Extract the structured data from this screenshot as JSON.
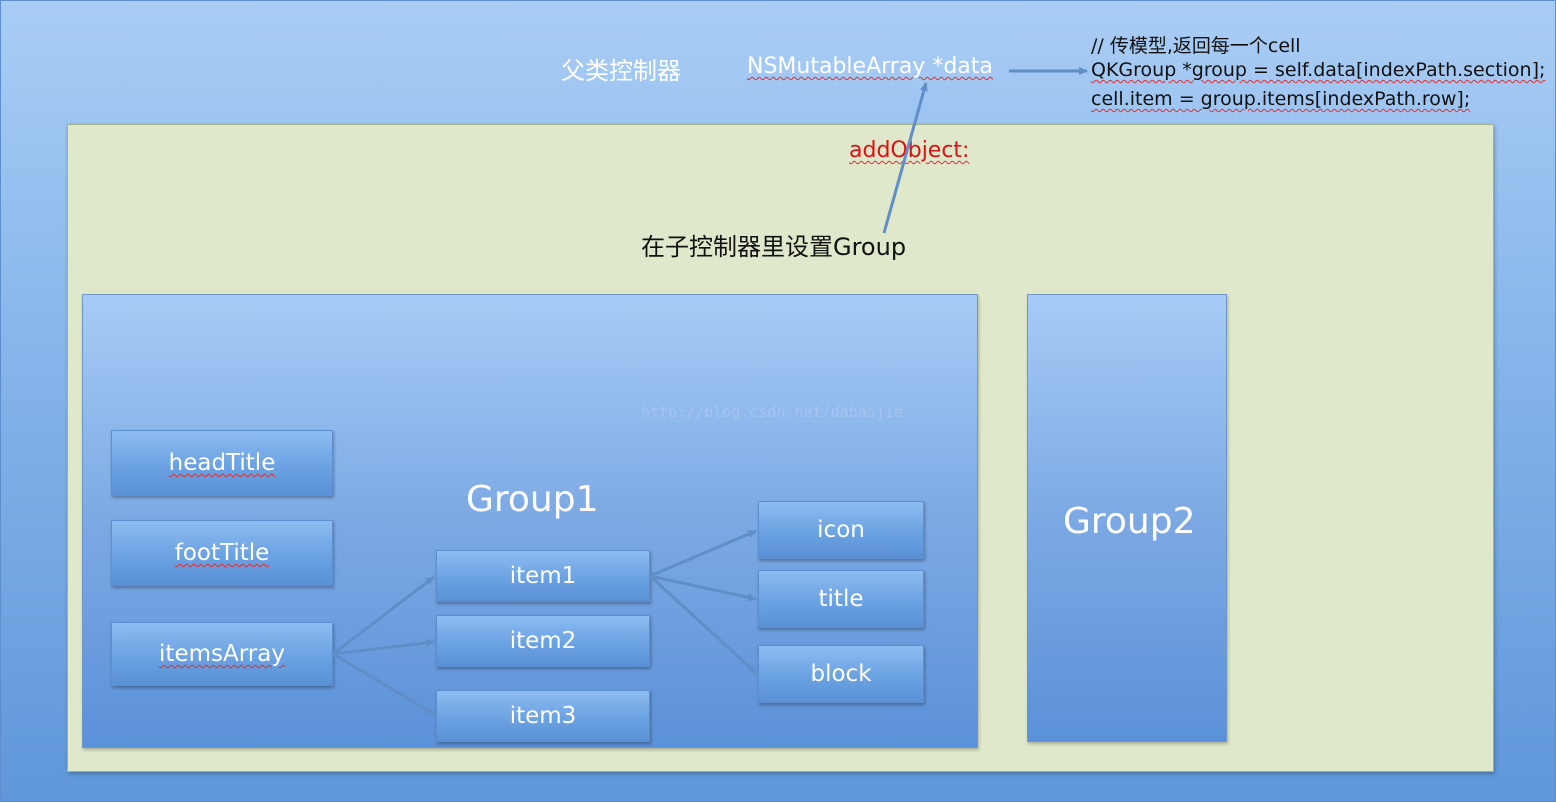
{
  "parent": {
    "label": "父类控制器",
    "data_decl": "NSMutableArray *data",
    "code_lines": [
      "// 传模型,返回每一个cell",
      "QKGroup *group = self.data[indexPath.section];",
      "cell.item = group.items[indexPath.row];"
    ]
  },
  "child": {
    "add_object": "addObject:",
    "setup_label": "在子控制器里设置Group"
  },
  "group1": {
    "title": "Group1",
    "properties": [
      "headTitle",
      "footTitle",
      "itemsArray"
    ],
    "items": [
      "item1",
      "item2",
      "item3"
    ],
    "item_fields": [
      "icon",
      "title",
      "block"
    ]
  },
  "group2": {
    "title": "Group2"
  },
  "watermark": "http://blog.csdn.net/dabaojie",
  "colors": {
    "background": "#86b4ea",
    "child_panel": "#dfe8cb",
    "box": "#6ba2e2",
    "add_object_text": "#dd1111",
    "arrow": "#5f8fc6"
  }
}
